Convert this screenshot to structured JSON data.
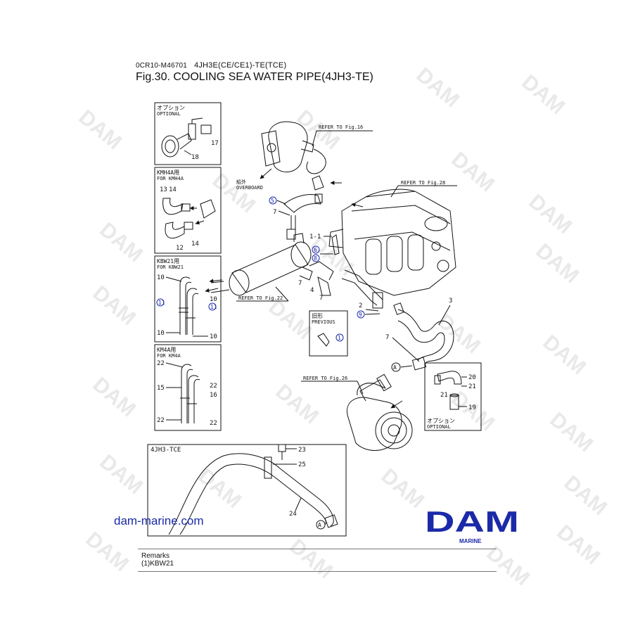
{
  "header": {
    "code": "0CR10-M46701",
    "model": "4JH3E(CE/CE1)-TE(TCE)",
    "title": "Fig.30.  COOLING SEA WATER PIPE(4JH3-TE)"
  },
  "boxes": {
    "optional_top": {
      "jp": "オプション",
      "en": "OPTIONAL",
      "parts": [
        "18",
        "17"
      ]
    },
    "kmh4a": {
      "jp": "KMH4A用",
      "en": "FOR KMH4A",
      "parts": [
        "13",
        "14",
        "12",
        "14"
      ]
    },
    "kbw21": {
      "jp": "KBW21用",
      "en": "FOR KBW21",
      "parts": [
        "10",
        "10",
        "10",
        "10"
      ],
      "markers": [
        "11",
        "11"
      ]
    },
    "km4a": {
      "jp": "KM4A用",
      "en": "FOR KM4A",
      "parts": [
        "22",
        "15",
        "22",
        "16",
        "22",
        "22"
      ]
    },
    "tce": {
      "label": "4JH3-TCE",
      "parts": [
        "23",
        "25",
        "24"
      ],
      "ref": "A"
    },
    "previous": {
      "jp": "旧形",
      "en": "PREVIOUS",
      "marker": "1"
    },
    "optional_right": {
      "jp": "オプション",
      "en": "OPTIONAL",
      "parts": [
        "20",
        "21",
        "21",
        "19"
      ]
    }
  },
  "main": {
    "refs": [
      "REFER TO Fig.16",
      "REFER TO Fig.28",
      "REFER TO Fig.22",
      "REFER TO Fig.26"
    ],
    "overboard_jp": "船外",
    "overboard_en": "OVERBOARD",
    "parts": [
      "7",
      "1-1",
      "7",
      "4",
      "7",
      "2",
      "7",
      "3"
    ],
    "markers": [
      "5",
      "6",
      "8",
      "9"
    ],
    "ref_a": "A"
  },
  "logo": {
    "text": "DAM",
    "sub": "MARINE"
  },
  "website": "dam-marine.com",
  "remarks": {
    "title": "Remarks",
    "line1": "(1)KBW21"
  },
  "colors": {
    "marker": "#1b2aa8",
    "logo": "#1b2aa8",
    "watermark": "#e6e6e6"
  }
}
